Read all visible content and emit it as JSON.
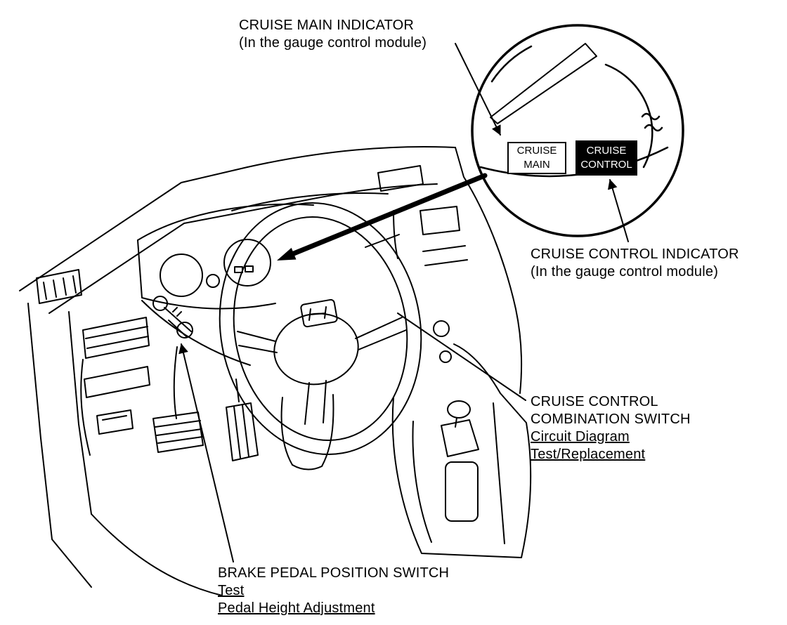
{
  "figure": {
    "background_color": "#ffffff",
    "line_color": "#000000"
  },
  "callouts": {
    "cruise_main_indicator": {
      "title": "CRUISE MAIN INDICATOR",
      "subtitle": "(In the gauge control module)"
    },
    "cruise_control_indicator": {
      "title": "CRUISE CONTROL INDICATOR",
      "subtitle": "(In the gauge control module)"
    },
    "combination_switch": {
      "title_line1": "CRUISE CONTROL",
      "title_line2": "COMBINATION SWITCH",
      "link_circuit_diagram": "Circuit Diagram",
      "link_test_replacement": "Test/Replacement"
    },
    "brake_pedal_switch": {
      "title": "BRAKE PEDAL POSITION SWITCH",
      "link_test": "Test",
      "link_pedal_height": "Pedal Height Adjustment"
    }
  },
  "inset": {
    "cruise_main_badge": {
      "line1": "CRUISE",
      "line2": "MAIN",
      "bg": "#ffffff",
      "text_color": "#000000"
    },
    "cruise_control_badge": {
      "line1": "CRUISE",
      "line2": "CONTROL",
      "bg": "#000000",
      "text_color": "#ffffff"
    }
  }
}
